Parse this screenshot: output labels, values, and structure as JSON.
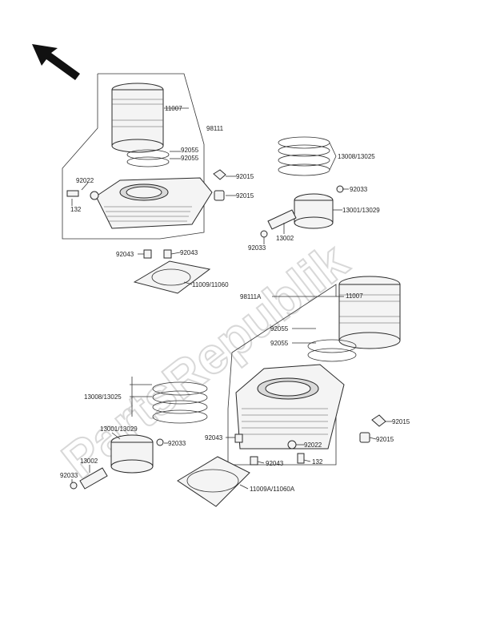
{
  "watermark": "PartsRepublik",
  "labels": {
    "cyl1": "11007",
    "kit1": "98111",
    "oring1a": "92055",
    "oring1b": "92055",
    "bolt1": "92022",
    "bolt132a": "132",
    "nut1a": "92015",
    "nut1b": "92015",
    "pin1a": "92043",
    "pin1b": "92043",
    "gasket1": "11009/11060",
    "rings1": "13008/13025",
    "piston1": "13001/13029",
    "clip1a": "92033",
    "clip1b": "92033",
    "pinpiston1": "13002",
    "kit2": "98111A",
    "cyl2": "11007",
    "oring2a": "92055",
    "oring2b": "92055",
    "rings2": "13008/13025",
    "piston2": "13001/13029",
    "clip2a": "92033",
    "clip2b": "92033",
    "pinpiston2": "13002",
    "pin2a": "92043",
    "pin2b": "92043",
    "bolt2": "92022",
    "bolt132b": "132",
    "nut2a": "92015",
    "nut2b": "92015",
    "gasket2": "11009A/11060A"
  }
}
